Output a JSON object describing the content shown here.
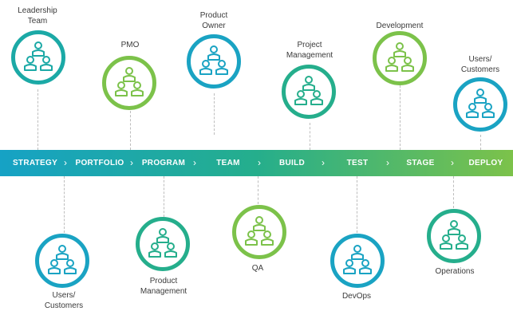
{
  "colors": {
    "teal": "#1aa3c3",
    "green_teal": "#25ae8c",
    "green": "#7bc24b"
  },
  "stages": [
    "STRATEGY",
    "PORTFOLIO",
    "PROGRAM",
    "TEAM",
    "BUILD",
    "TEST",
    "STAGE",
    "DEPLOY"
  ],
  "roles_top": [
    {
      "label": "Leadership\nTeam",
      "icon": "team-icon"
    },
    {
      "label": "PMO",
      "icon": "team-icon"
    },
    {
      "label": "Product\nOwner",
      "icon": "team-icon"
    },
    {
      "label": "Project\nManagement",
      "icon": "team-icon"
    },
    {
      "label": "Development",
      "icon": "team-icon"
    },
    {
      "label": "Users/\nCustomers",
      "icon": "team-icon"
    }
  ],
  "roles_bottom": [
    {
      "label": "Users/\nCustomers",
      "icon": "team-icon"
    },
    {
      "label": "Product\nManagement",
      "icon": "team-icon"
    },
    {
      "label": "QA",
      "icon": "team-icon"
    },
    {
      "label": "DevOps",
      "icon": "team-icon"
    },
    {
      "label": "Operations",
      "icon": "team-icon"
    }
  ]
}
